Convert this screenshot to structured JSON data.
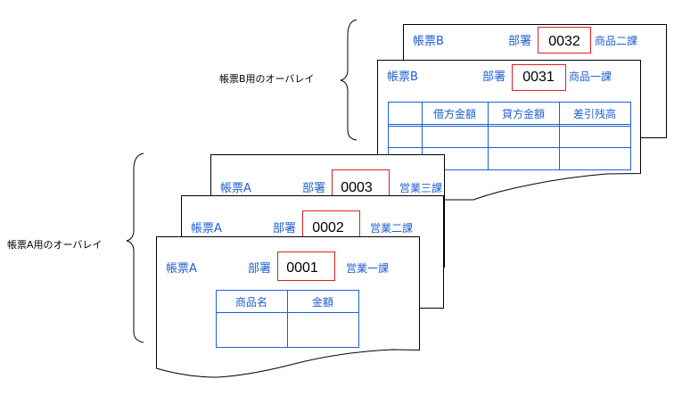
{
  "overlay_groups": [
    {
      "label": "帳票B用のオーバレイ",
      "sheets": [
        {
          "form": "帳票B",
          "dept_label": "部署",
          "dept_code": "0032",
          "dept_name": "商品二課"
        },
        {
          "form": "帳票B",
          "dept_label": "部署",
          "dept_code": "0031",
          "dept_name": "商品一課",
          "table": {
            "headers": [
              "",
              "借方金額",
              "貸方金額",
              "差引残高"
            ],
            "rows": 2
          }
        }
      ]
    },
    {
      "label": "帳票A用のオーバレイ",
      "sheets": [
        {
          "form": "帳票A",
          "dept_label": "部署",
          "dept_code": "0003",
          "dept_name": "営業三課"
        },
        {
          "form": "帳票A",
          "dept_label": "部署",
          "dept_code": "0002",
          "dept_name": "営業二課"
        },
        {
          "form": "帳票A",
          "dept_label": "部署",
          "dept_code": "0001",
          "dept_name": "営業一課",
          "table": {
            "headers": [
              "商品名",
              "金額"
            ],
            "rows": 1
          }
        }
      ]
    }
  ],
  "colors": {
    "text_accent": "#1f5fd6",
    "code_box": "#e02020",
    "outline": "#000000"
  }
}
